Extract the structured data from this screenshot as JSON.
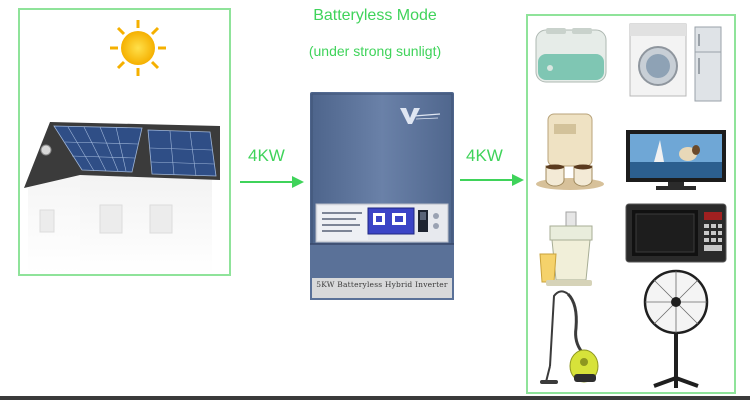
{
  "title": "Batteryless Mode",
  "subtitle": "(under strong sunligt)",
  "power_in": "4KW",
  "power_out": "4KW",
  "inverter": {
    "brand": "V",
    "label": "5KW Batteryless Hybrid Inverter"
  },
  "appliances": [
    "toaster-icon",
    "washing-machine-icon",
    "refrigerator-icon",
    "coffee-maker-icon",
    "television-icon",
    "juicer-icon",
    "microwave-icon",
    "vacuum-cleaner-icon",
    "standing-fan-icon"
  ],
  "colors": {
    "accent_green": "#3fd35a",
    "frame_green": "#8fe39a",
    "inverter_blue": "#5b7299"
  }
}
